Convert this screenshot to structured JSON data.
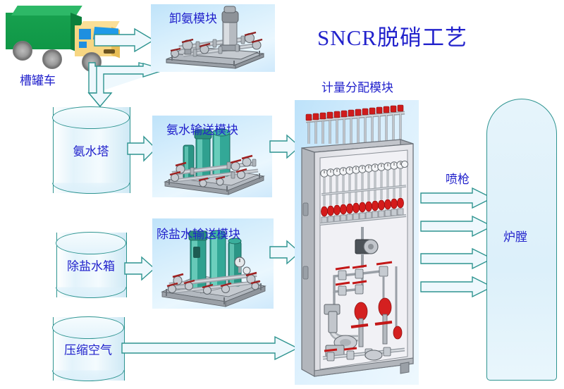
{
  "page": {
    "title": "SNCR脱硝工艺",
    "background": "#ffffff",
    "accent_blue": "#2222cc",
    "accent_teal": "#2e9490",
    "panel_blue": "#bfe3fa"
  },
  "diagram": {
    "type": "process-flow",
    "title": "SNCR脱硝工艺",
    "title_color": "#2222cc",
    "source": {
      "name": "槽罐车",
      "icon": "tanker-truck-icon",
      "body_color": "#17a14f",
      "cab_color": "#f7d682",
      "window_color": "#1f9ae8"
    },
    "modules": [
      {
        "id": "unloading",
        "label": "卸氨模块",
        "icon": "ammonia-unloading-skid-icon",
        "equipment_color": "#b9bdc3"
      },
      {
        "id": "ammonia-transfer",
        "label": "氨水输送模块",
        "icon": "ammonia-transfer-pump-skid-icon",
        "equipment_color": "#2fa08f"
      },
      {
        "id": "demin-transfer",
        "label": "除盐水输送模块",
        "icon": "demin-water-pump-skid-icon",
        "equipment_color": "#2fa08f"
      }
    ],
    "tanks": [
      {
        "id": "ammonia-tower",
        "label": "氨水塔",
        "shape": "cylinder"
      },
      {
        "id": "demin-tank",
        "label": "除盐水箱",
        "shape": "cylinder"
      },
      {
        "id": "compressed-air",
        "label": "压缩空气",
        "shape": "cylinder"
      }
    ],
    "cabinet": {
      "id": "metering-distribution",
      "label": "计量分配模块",
      "icon": "metering-distribution-cabinet-icon",
      "header_lines": 14,
      "valve_color": "#d41b1b"
    },
    "outlet": {
      "lance_label": "喷枪",
      "furnace_label": "炉膛",
      "lance_count": 4
    },
    "flows": [
      {
        "from": "槽罐车",
        "to": "卸氨模块",
        "style": "block-arrow-right"
      },
      {
        "from": "卸氨模块",
        "to": "氨水塔",
        "style": "elbow-arrow-down"
      },
      {
        "from": "氨水塔",
        "to": "氨水输送模块",
        "style": "block-arrow-right"
      },
      {
        "from": "氨水输送模块",
        "to": "计量分配模块",
        "style": "block-arrow-right"
      },
      {
        "from": "除盐水箱",
        "to": "除盐水输送模块",
        "style": "block-arrow-right"
      },
      {
        "from": "除盐水输送模块",
        "to": "计量分配模块",
        "style": "block-arrow-right"
      },
      {
        "from": "压缩空气",
        "to": "计量分配模块",
        "style": "long-thin-arrow-right"
      },
      {
        "from": "计量分配模块",
        "to": "炉膛",
        "style": "block-arrow-right",
        "count": 4
      }
    ]
  }
}
